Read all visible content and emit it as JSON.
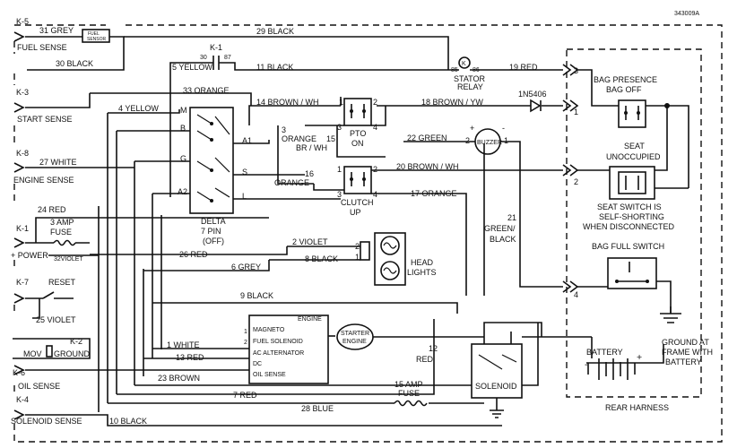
{
  "doc_id": "343009A",
  "left_labels": {
    "k5": "K-5",
    "k3": "K-3",
    "k8": "K-8",
    "k1": "K-1",
    "k7": "K-7",
    "k2": "K-2",
    "k6": "K-6",
    "k4": "K-4",
    "fuel_sense": "FUEL SENSE",
    "start_sense": "START SENSE",
    "engine_sense": "ENGINE SENSE",
    "power": "+ POWER",
    "reset": "RESET",
    "mov": "MOV",
    "ground": "GROUND",
    "oil_sense": "OIL SENSE",
    "solenoid_sense": "SOLENOID SENSE",
    "fuse_3a_a": "3 AMP",
    "fuse_3a_b": "FUSE"
  },
  "wires": {
    "grey31": "31 GREY",
    "black30": "30 BLACK",
    "black29": "29 BLACK",
    "yellow5": "5 YELLOW",
    "black11": "11 BLACK",
    "orange33": "33 ORANGE",
    "yellow4": "4 YELLOW",
    "brownwh14": "14 BROWN / WH",
    "brownyw18": "18 BROWN / YW",
    "red19": "19 RED",
    "white27": "27 WHITE",
    "green22": "22 GREEN",
    "brownwh20": "20 BROWN / WH",
    "orange17": "17 ORANGE",
    "red24": "24 RED",
    "violet2": "2 VIOLET",
    "black8": "8 BLACK",
    "red26": "26 RED",
    "grey6": "6 GREY",
    "violet32": "32VIOLET",
    "black9": "9 BLACK",
    "violet25": "25 VIOLET",
    "white1": "1 WHITE",
    "red13": "13 RED",
    "brown23": "23 BROWN",
    "red7": "7 RED",
    "blue28": "28 BLUE",
    "black10": "10 BLACK",
    "red12a": "12",
    "red12b": "RED",
    "green21_a": "21",
    "green21_b": "GREEN/",
    "green21_c": "BLACK",
    "orange3_a": "3",
    "orange3_b": "ORANGE",
    "brwh15_a": "15",
    "brwh15_b": "BR / WH",
    "orange16_a": "16",
    "orange16_b": "ORANGE"
  },
  "components": {
    "fuel_sensor_a": "FUEL",
    "fuel_sensor_b": "SENSOR",
    "k1_relay": "K-1",
    "r30": "30",
    "r87": "87",
    "stator_a": "STATOR",
    "stator_b": "RELAY",
    "s85": "85",
    "s86": "86",
    "k": "K",
    "diode": "1N5406",
    "pto_a": "PTO",
    "pto_b": "ON",
    "clutch_a": "CLUTCH",
    "clutch_b": "UP",
    "buzzer": "BUZZER",
    "plus": "+",
    "minus": "-",
    "headlights_a": "HEAD",
    "headlights_b": "LIGHTS",
    "delta_a": "DELTA",
    "delta_b": "7 PIN",
    "delta_c": "(OFF)",
    "p_m": "M",
    "p_b": "B",
    "p_g": "G",
    "p_a2": "A2",
    "p_a1": "A1",
    "p_s": "S",
    "p_l": "L",
    "engine_title": "ENGINE",
    "eng_magneto": "MAGNETO",
    "eng_fuelsol": "FUEL SOLENOID",
    "eng_ac": "AC ALTERNATOR",
    "eng_dc": "DC",
    "eng_oil": "OIL SENSE",
    "starter_a": "STARTER",
    "starter_b": "ENGINE",
    "fuse15_a": "15 AMP",
    "fuse15_b": "FUSE",
    "solenoid": "SOLENOID",
    "bag_presence_a": "BAG PRESENCE",
    "bag_presence_b": "BAG OFF",
    "seat_a": "SEAT",
    "seat_b": "UNOCCUPIED",
    "seat_note_a": "SEAT SWITCH IS",
    "seat_note_b": "SELF-SHORTING",
    "seat_note_c": "WHEN DISCONNECTED",
    "bag_full": "BAG FULL SWITCH",
    "battery": "BATTERY",
    "ground_a": "GROUND AT",
    "ground_b": "FRAME WITH",
    "ground_c": "BATTERY",
    "rear_harness": "REAR HARNESS",
    "n1": "1",
    "n2": "2",
    "n3": "3",
    "n4": "4"
  }
}
